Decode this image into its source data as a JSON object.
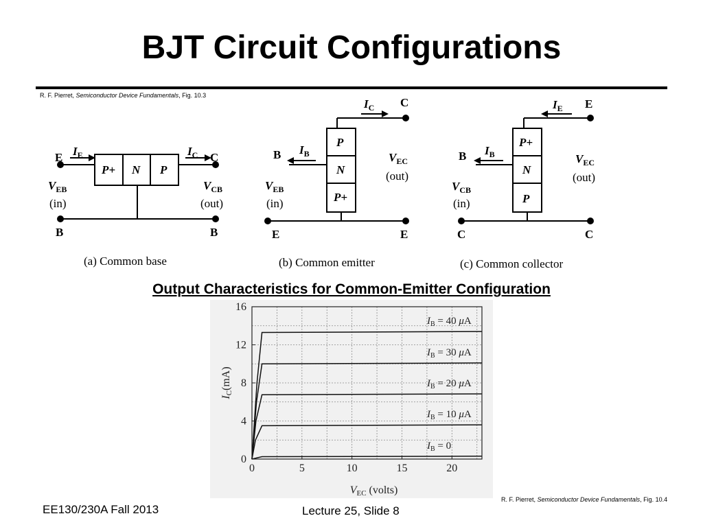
{
  "slide": {
    "title": "BJT Circuit Configurations",
    "subheading": "Output Characteristics for Common-Emitter Configuration",
    "footer_left": "EE130/230A Fall 2013",
    "footer_center": "Lecture 25, Slide 8"
  },
  "citations": {
    "top": {
      "author": "R. F. Pierret, ",
      "book": "Semiconductor Device Fundamentals",
      "fig": ", Fig. 10.3"
    },
    "bottom": {
      "author": "R. F. Pierret, ",
      "book": "Semiconductor Device Fundamentals",
      "fig": ", Fig. 10.4"
    }
  },
  "diagram": {
    "a": {
      "caption": "(a) Common base",
      "regions": [
        "P+",
        "N",
        "P"
      ],
      "terminals": {
        "left_top": "E",
        "right_top": "C",
        "left_bottom": "B",
        "right_bottom": "B"
      },
      "currents": {
        "left": "I",
        "left_sub": "E",
        "right": "I",
        "right_sub": "C"
      },
      "input": {
        "v": "V",
        "sub": "EB",
        "tag": "(in)"
      },
      "output": {
        "v": "V",
        "sub": "CB",
        "tag": "(out)"
      }
    },
    "b": {
      "caption": "(b) Common emitter",
      "regions": [
        "P",
        "N",
        "P+"
      ],
      "terminals": {
        "top": "C",
        "base": "B",
        "left_bottom": "E",
        "right_bottom": "E"
      },
      "currents": {
        "top": "I",
        "top_sub": "C",
        "base": "I",
        "base_sub": "B"
      },
      "input": {
        "v": "V",
        "sub": "EB",
        "tag": "(in)"
      },
      "output": {
        "v": "V",
        "sub": "EC",
        "tag": "(out)"
      }
    },
    "c": {
      "caption": "(c) Common collector",
      "regions": [
        "P+",
        "N",
        "P"
      ],
      "terminals": {
        "top": "E",
        "base": "B",
        "left_bottom": "C",
        "right_bottom": "C"
      },
      "currents": {
        "top": "I",
        "top_sub": "E",
        "base": "I",
        "base_sub": "B"
      },
      "input": {
        "v": "V",
        "sub": "CB",
        "tag": "(in)"
      },
      "output": {
        "v": "V",
        "sub": "EC",
        "tag": "(out)"
      }
    }
  },
  "chart_data": {
    "type": "line",
    "xlabel_main": "V",
    "xlabel_sub": "EC",
    "xlabel_unit": " (volts)",
    "ylabel_main": "I",
    "ylabel_sub": "C",
    "ylabel_unit": "(mA)",
    "xlim": [
      0,
      23
    ],
    "ylim": [
      0,
      16
    ],
    "xticks": [
      0,
      5,
      10,
      15,
      20
    ],
    "yticks": [
      0,
      4,
      8,
      12,
      16
    ],
    "grid": true,
    "series": [
      {
        "name": "I_B = 40 μA",
        "label_value": "40",
        "values": [
          [
            0,
            0
          ],
          [
            0.5,
            8
          ],
          [
            1,
            13.3
          ],
          [
            23,
            13.4
          ]
        ]
      },
      {
        "name": "I_B = 30 μA",
        "label_value": "30",
        "values": [
          [
            0,
            0
          ],
          [
            0.45,
            6
          ],
          [
            1,
            10
          ],
          [
            23,
            10.1
          ]
        ]
      },
      {
        "name": "I_B = 20 μA",
        "label_value": "20",
        "values": [
          [
            0,
            0
          ],
          [
            0.4,
            4
          ],
          [
            1,
            6.75
          ],
          [
            23,
            6.85
          ]
        ]
      },
      {
        "name": "I_B = 10 μA",
        "label_value": "10",
        "values": [
          [
            0,
            0
          ],
          [
            0.35,
            2
          ],
          [
            1,
            3.5
          ],
          [
            23,
            3.6
          ]
        ]
      },
      {
        "name": "I_B = 0",
        "label_value": "0",
        "values": [
          [
            0,
            0
          ],
          [
            1,
            0.25
          ],
          [
            23,
            0.3
          ]
        ]
      }
    ]
  }
}
